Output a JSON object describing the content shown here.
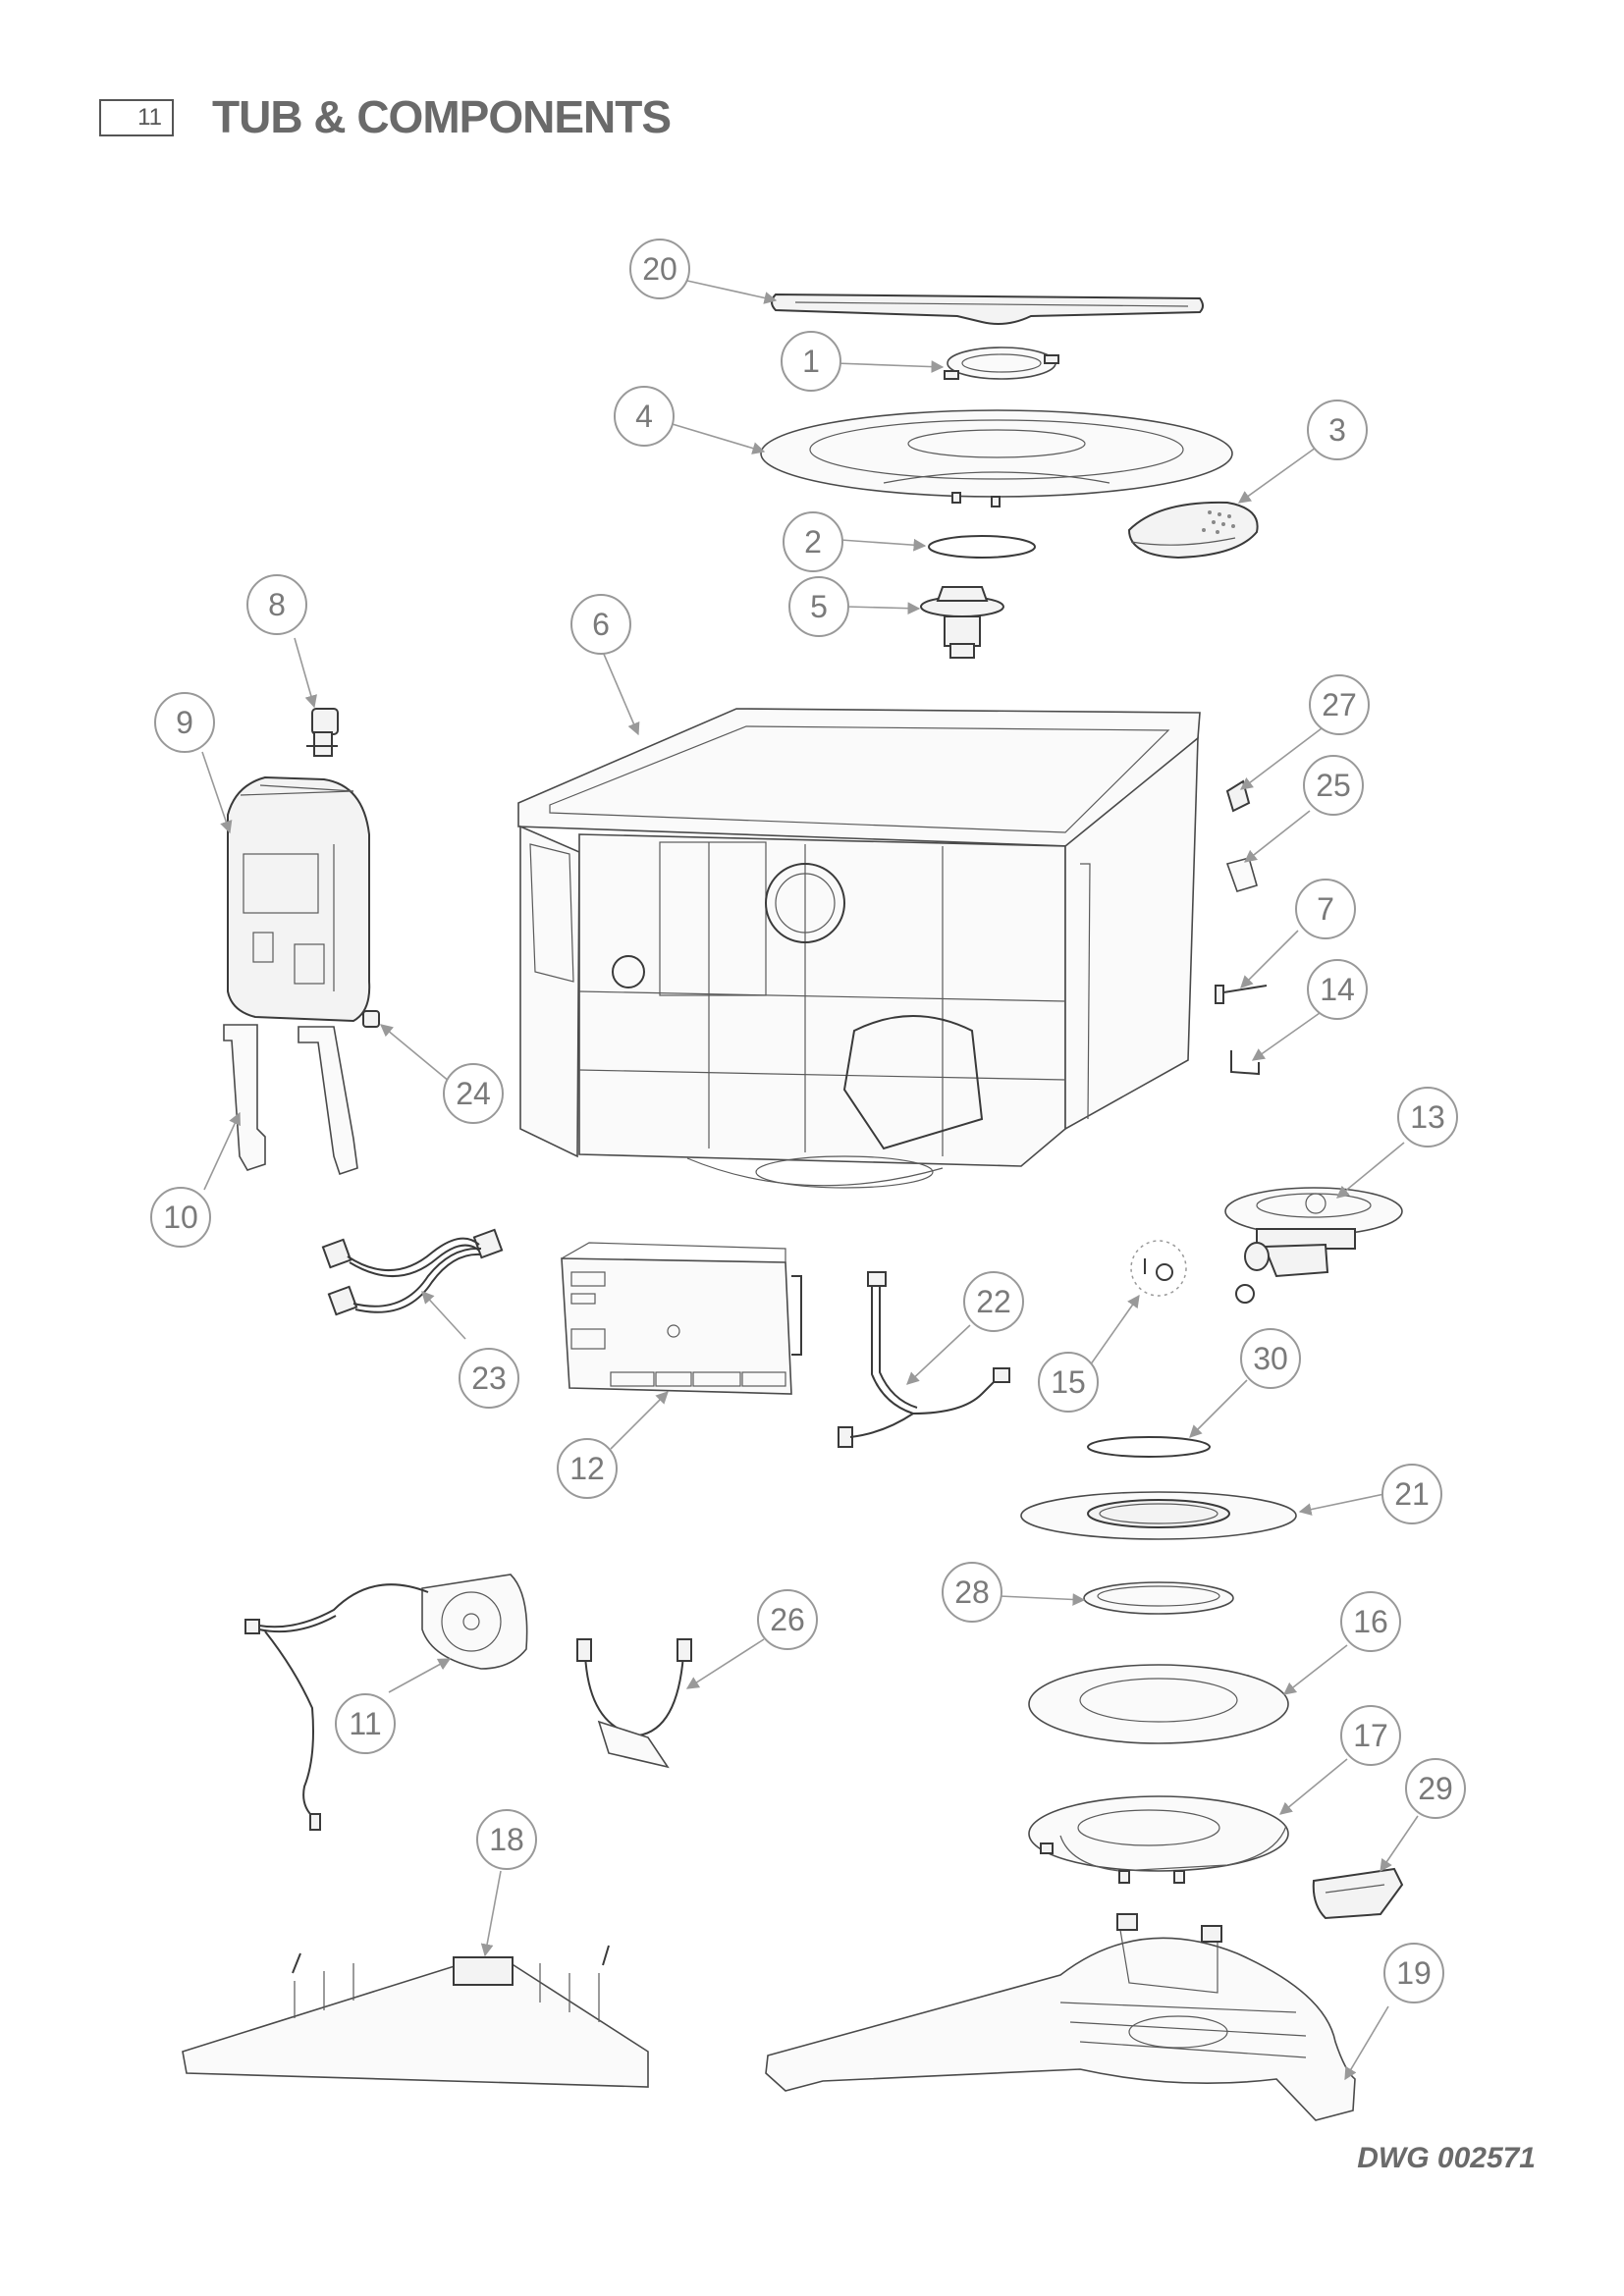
{
  "header": {
    "page_number": "11",
    "title": "TUB & COMPONENTS"
  },
  "footer": {
    "drawing_number": "DWG 002571"
  },
  "callouts": [
    "20",
    "1",
    "4",
    "3",
    "2",
    "5",
    "8",
    "6",
    "9",
    "27",
    "25",
    "7",
    "14",
    "24",
    "10",
    "13",
    "23",
    "12",
    "22",
    "15",
    "30",
    "21",
    "28",
    "26",
    "16",
    "11",
    "17",
    "29",
    "18",
    "19"
  ]
}
